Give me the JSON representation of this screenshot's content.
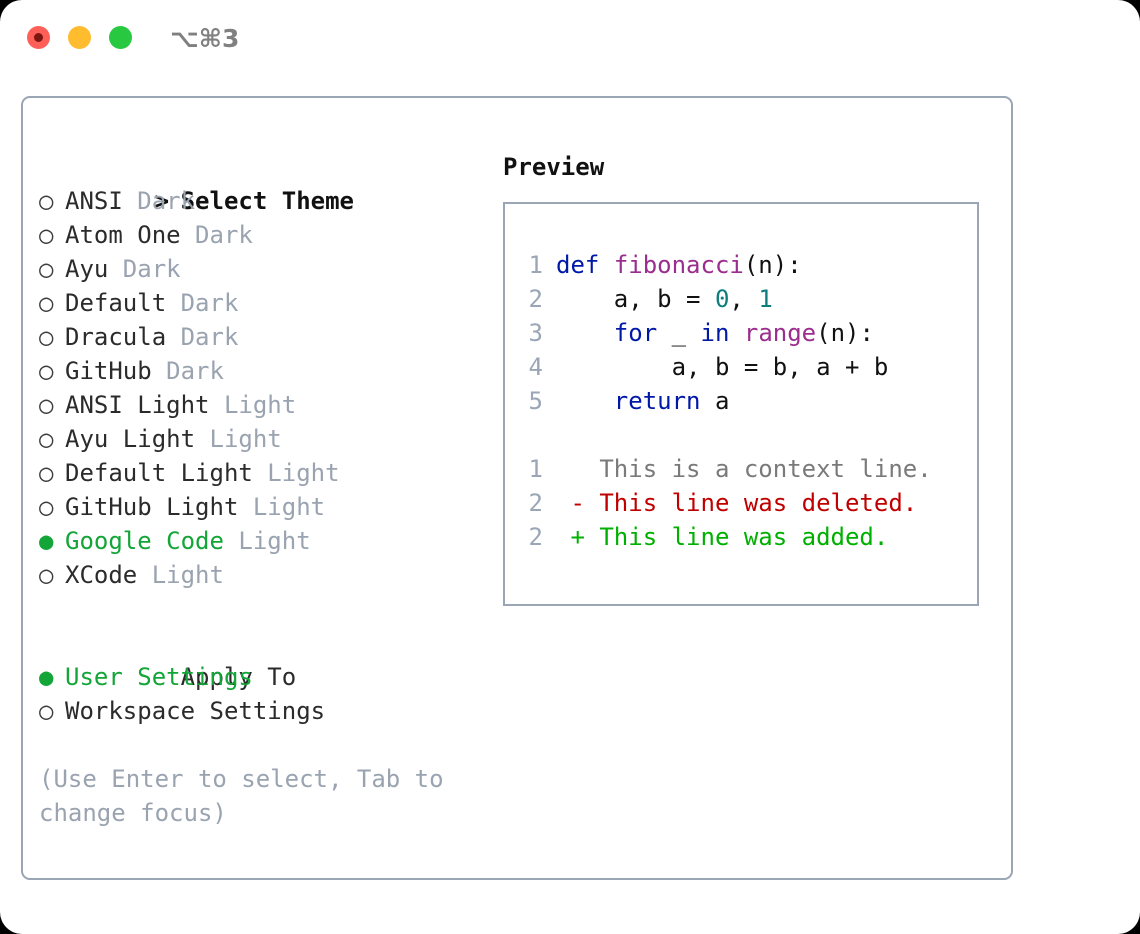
{
  "window": {
    "shortcut": "⌥⌘3",
    "traffic_lights": [
      {
        "name": "close",
        "color": "#ff5f57"
      },
      {
        "name": "minimize",
        "color": "#febc2e"
      },
      {
        "name": "maximize",
        "color": "#28c840"
      }
    ]
  },
  "theme_section": {
    "caret": ">",
    "title": "Select Theme",
    "marker_off": "○",
    "marker_on": "●",
    "items": [
      {
        "name": "ANSI",
        "variant": "Dark",
        "selected": false
      },
      {
        "name": "Atom One",
        "variant": "Dark",
        "selected": false
      },
      {
        "name": "Ayu",
        "variant": "Dark",
        "selected": false
      },
      {
        "name": "Default",
        "variant": "Dark",
        "selected": false
      },
      {
        "name": "Dracula",
        "variant": "Dark",
        "selected": false
      },
      {
        "name": "GitHub",
        "variant": "Dark",
        "selected": false
      },
      {
        "name": "ANSI Light",
        "variant": "Light",
        "selected": false
      },
      {
        "name": "Ayu Light",
        "variant": "Light",
        "selected": false
      },
      {
        "name": "Default Light",
        "variant": "Light",
        "selected": false
      },
      {
        "name": "GitHub Light",
        "variant": "Light",
        "selected": false
      },
      {
        "name": "Google Code",
        "variant": "Light",
        "selected": true
      },
      {
        "name": "XCode",
        "variant": "Light",
        "selected": false
      }
    ]
  },
  "apply_section": {
    "title": "Apply To",
    "items": [
      {
        "name": "User Settings",
        "selected": true
      },
      {
        "name": "Workspace Settings",
        "selected": false
      }
    ]
  },
  "hint": "(Use Enter to select, Tab to change focus)",
  "preview": {
    "label": "Preview",
    "code_lines": [
      {
        "no": "1",
        "tokens": [
          {
            "t": "def",
            "c": "kw"
          },
          {
            "t": " ",
            "c": "pl"
          },
          {
            "t": "fibonacci",
            "c": "fn"
          },
          {
            "t": "(n):",
            "c": "pl"
          }
        ]
      },
      {
        "no": "2",
        "tokens": [
          {
            "t": "    a, b = ",
            "c": "pl"
          },
          {
            "t": "0",
            "c": "num"
          },
          {
            "t": ", ",
            "c": "pl"
          },
          {
            "t": "1",
            "c": "num"
          }
        ]
      },
      {
        "no": "3",
        "tokens": [
          {
            "t": "    ",
            "c": "pl"
          },
          {
            "t": "for",
            "c": "kw"
          },
          {
            "t": " _ ",
            "c": "pl"
          },
          {
            "t": "in",
            "c": "kw"
          },
          {
            "t": " ",
            "c": "pl"
          },
          {
            "t": "range",
            "c": "fn"
          },
          {
            "t": "(n):",
            "c": "pl"
          }
        ]
      },
      {
        "no": "4",
        "tokens": [
          {
            "t": "        a, b = b, a + b",
            "c": "pl"
          }
        ]
      },
      {
        "no": "5",
        "tokens": [
          {
            "t": "    ",
            "c": "pl"
          },
          {
            "t": "return",
            "c": "kw"
          },
          {
            "t": " a",
            "c": "pl"
          }
        ]
      }
    ],
    "diff_lines": [
      {
        "no": "1",
        "marker": " ",
        "text": " This is a context line.",
        "kind": "ctx"
      },
      {
        "no": "2",
        "marker": "-",
        "text": " This line was deleted.",
        "kind": "del"
      },
      {
        "no": "2",
        "marker": "+",
        "text": " This line was added.",
        "kind": "add"
      }
    ]
  },
  "colors": {
    "accent_green": "#13a538",
    "border": "#9aa5b5",
    "muted": "#9aa3b0",
    "keyword": "#0018a8",
    "function": "#9b2d8e",
    "number": "#0d7d7d",
    "diff_deleted": "#c00000",
    "diff_added": "#00b000",
    "diff_context": "#7a7a7a"
  }
}
